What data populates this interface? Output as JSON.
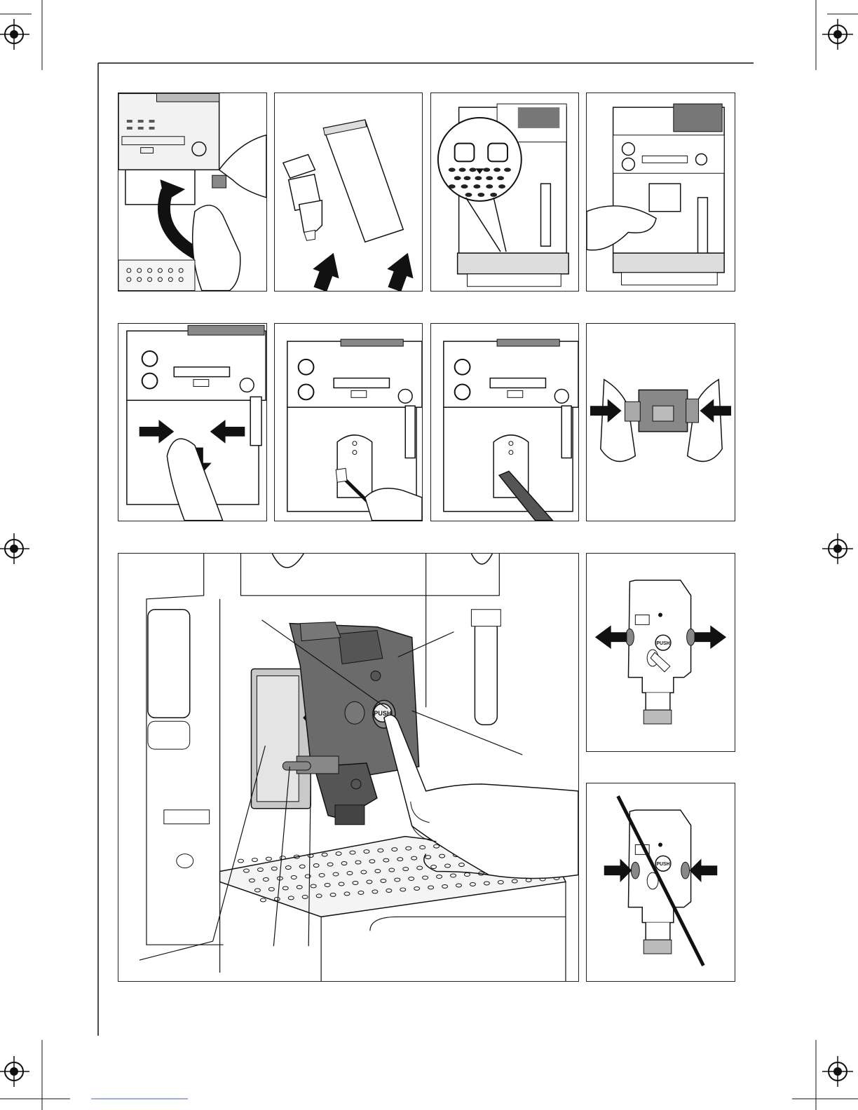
{
  "figure": {
    "push_button_text": "PUSH"
  },
  "colors": {
    "ink": "#111111",
    "part_dark": "#5a5a5a",
    "part_mid": "#8a8a8a",
    "part_light": "#cfcfcf",
    "paper": "#ffffff"
  },
  "icons": {
    "registration": "crosshair-registration-mark",
    "arrow": "bold-arrow-icon",
    "cross_out": "diagonal-cross-out-line"
  }
}
